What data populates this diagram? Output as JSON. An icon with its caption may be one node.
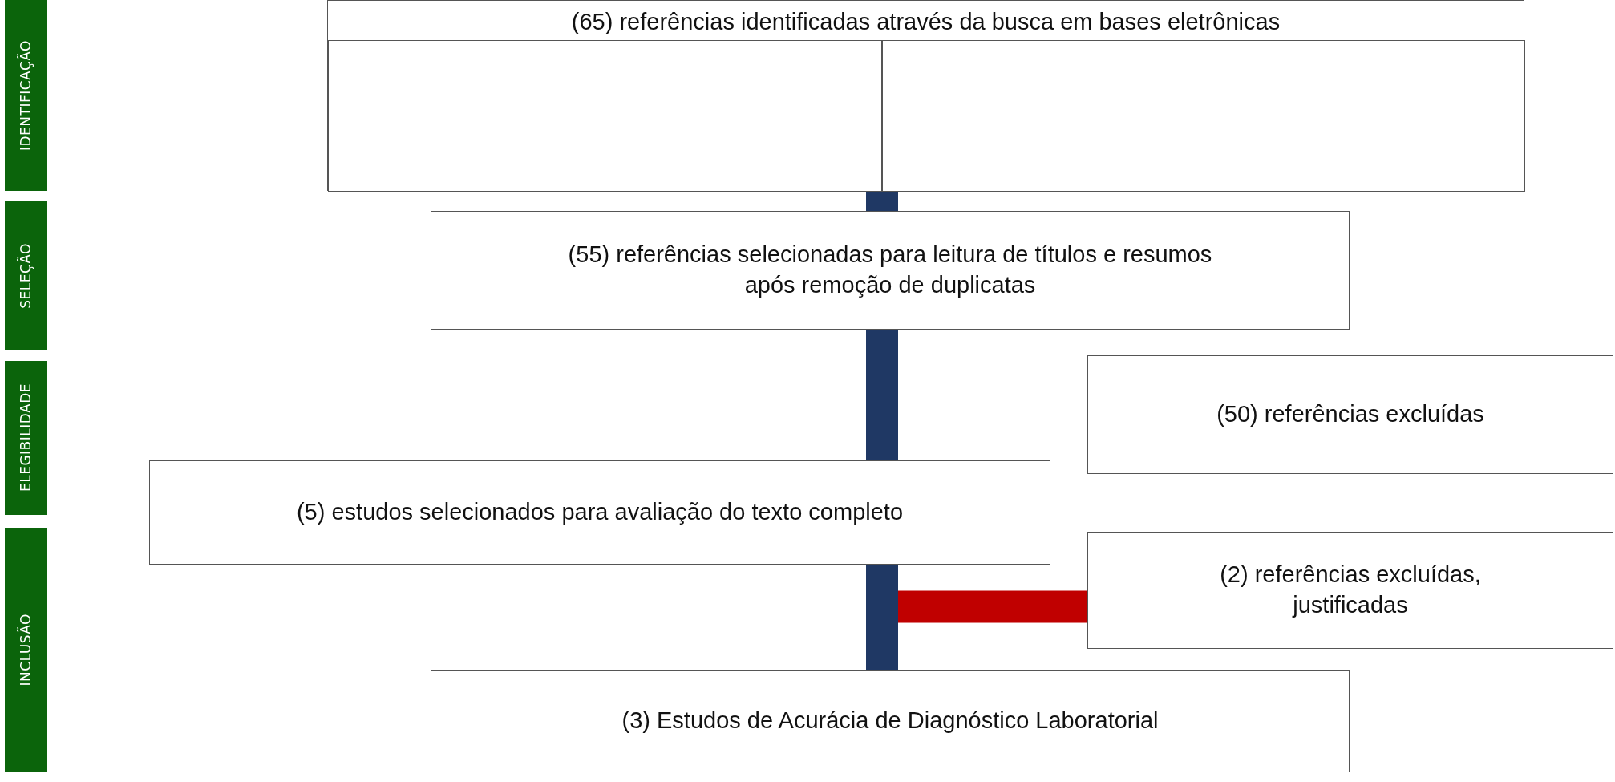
{
  "diagram": {
    "nodes": [
      {
        "text": [
          "IDENTIFICAÇÃO"
        ]
      },
      {
        "text": [
          "(65) referências identificadas através da busca em bases eletrônicas"
        ]
      },
      {
        "text": [],
        "shape": "box",
        "in": 1
      },
      {
        "text": [],
        "shape": "box",
        "in": 1
      },
      {
        "text": [
          "SELEÇÃO"
        ]
      },
      {
        "text": [
          "(55) referências selecionadas para leitura de títulos e resumos após remoção de duplicatas"
        ]
      },
      {
        "text": [
          "ELEGIBILIDADE"
        ]
      },
      {
        "text": [
          "(50) referências excluídas"
        ]
      },
      {
        "text": [
          "(5) estudos selecionados para avaliação do texto completo"
        ]
      },
      {
        "text": [
          "(2) referências excluídas, justificadas"
        ]
      },
      {
        "text": [
          "INCLUSÃO"
        ]
      },
      {
        "text": [
          "(3) Estudos de Acurácia de Diagnóstico Laboratorial"
        ]
      }
    ],
    "edges": [
      {
        "from": 1,
        "to": 5,
        "arrow": "none"
      },
      {
        "from": 5,
        "to": 8,
        "arrow": "none"
      },
      {
        "from": 8,
        "to": 11,
        "arrow": "none"
      },
      {
        "from": 8,
        "to": 9,
        "arrow": "none",
        "color": "#c00000"
      }
    ]
  }
}
